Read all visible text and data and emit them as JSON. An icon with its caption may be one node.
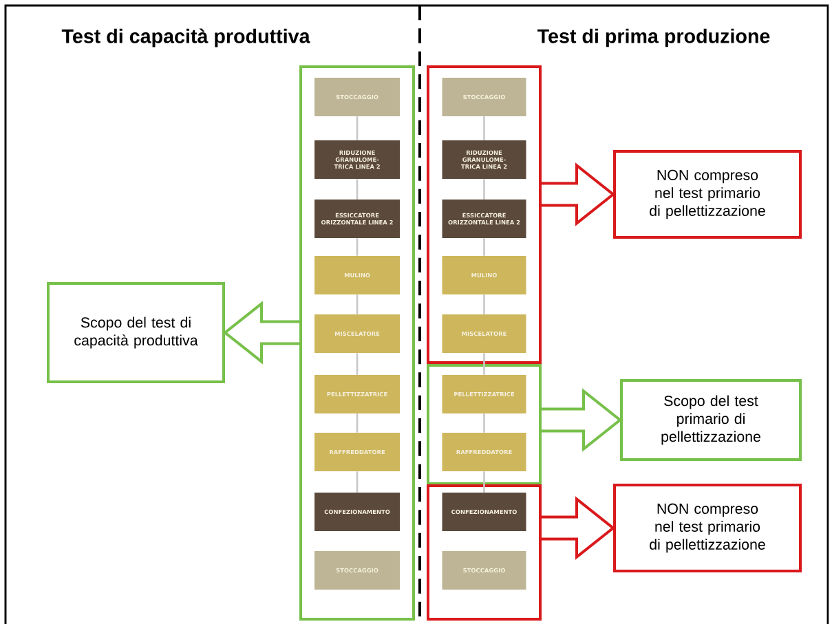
{
  "diagram": {
    "nodes": [
      {
        "text": [],
        "shape": "box"
      },
      {
        "text": [
          "STOCCAGGIO"
        ],
        "in": 0
      },
      {
        "text": [
          "RIDUZIONE GRANULOME-TRICA LINEA 2"
        ],
        "in": 0
      },
      {
        "text": [
          "ESSICCATORE ORIZZONTALE LINEA 2"
        ],
        "in": 0
      },
      {
        "text": [
          "MULINO"
        ],
        "in": 0
      },
      {
        "text": [
          "MISCELATORE"
        ],
        "in": 0
      },
      {
        "text": [
          "PELLETTIZZATRICE"
        ],
        "in": 0
      },
      {
        "text": [
          "RAFFREDDATORE"
        ],
        "in": 0
      },
      {
        "text": [
          "CONFEZIONAMENTO"
        ],
        "in": 0
      },
      {
        "text": [
          "STOCCAGGIO"
        ],
        "in": 0
      },
      {
        "text": [],
        "shape": "box"
      },
      {
        "text": [
          "STOCCAGGIO"
        ],
        "in": 10
      },
      {
        "text": [
          "RIDUZIONE GRANULOME-TRICA LINEA 2"
        ],
        "in": 10
      },
      {
        "text": [
          "ESSICCATORE ORIZZONTALE LINEA 2"
        ],
        "in": 10
      },
      {
        "text": [
          "MULINO"
        ],
        "in": 10
      },
      {
        "text": [
          "MISCELATORE"
        ],
        "in": 10
      },
      {
        "text": [],
        "shape": "box"
      },
      {
        "text": [
          "PELLETTIZZATRICE"
        ],
        "in": 16
      },
      {
        "text": [
          "RAFFREDDATORE"
        ],
        "in": 16
      },
      {
        "text": [],
        "shape": "box"
      },
      {
        "text": [
          "CONFEZIONAMENTO"
        ],
        "in": 19
      },
      {
        "text": [
          "STOCCAGGIO"
        ],
        "in": 19
      },
      {
        "text": [
          "Scopo del test di capacità produttiva"
        ]
      },
      {
        "text": [
          "NON compreso nel test primario di pellettizzazione"
        ]
      },
      {
        "text": [
          "Scopo del test primario di pellettizzazione"
        ]
      },
      {
        "text": [
          "NON compreso nel test primario di pellettizzazione"
        ]
      }
    ],
    "edges": [
      {
        "from": 1,
        "to": 2,
        "arrow": "none"
      },
      {
        "from": 2,
        "to": 3,
        "arrow": "none"
      },
      {
        "from": 3,
        "to": 4,
        "arrow": "none"
      },
      {
        "from": 4,
        "to": 5,
        "arrow": "none"
      },
      {
        "from": 5,
        "to": 6,
        "arrow": "none"
      },
      {
        "from": 6,
        "to": 7,
        "arrow": "none"
      },
      {
        "from": 7,
        "to": 8,
        "arrow": "none"
      },
      {
        "from": 11,
        "to": 12,
        "arrow": "none"
      },
      {
        "from": 12,
        "to": 13,
        "arrow": "none"
      },
      {
        "from": 13,
        "to": 14,
        "arrow": "none"
      },
      {
        "from": 14,
        "to": 15,
        "arrow": "none"
      },
      {
        "from": 15,
        "to": 17,
        "arrow": "none"
      },
      {
        "from": 17,
        "to": 18,
        "arrow": "none"
      },
      {
        "from": 18,
        "to": 20,
        "arrow": "none"
      },
      {
        "from": 0,
        "to": 22,
        "arrow": "to",
        "style": "thick",
        "color": "#77c04a"
      },
      {
        "from": 10,
        "to": 23,
        "arrow": "to",
        "style": "thick",
        "color": "#d9191c"
      },
      {
        "from": 16,
        "to": 24,
        "arrow": "to",
        "style": "thick",
        "color": "#77c04a"
      },
      {
        "from": 19,
        "to": 25,
        "arrow": "to",
        "style": "thick",
        "color": "#d9191c"
      }
    ],
    "labels": [
      "Test di capacità produttiva",
      "Test di prima produzione"
    ]
  }
}
